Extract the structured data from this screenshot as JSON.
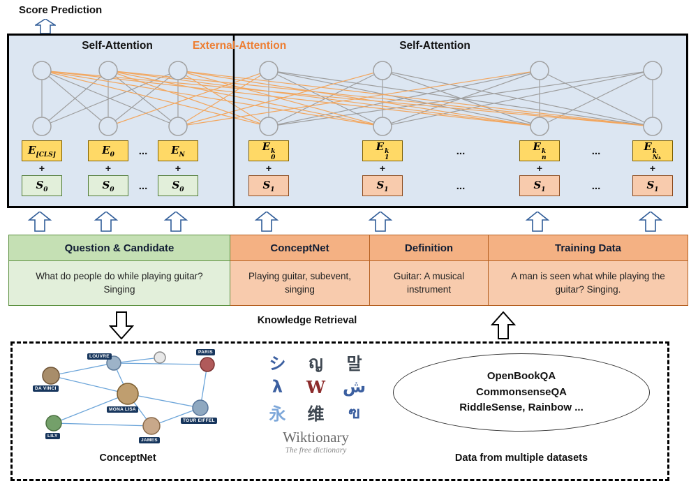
{
  "colors": {
    "external_attention": "#ED7D31",
    "embedding_fill": "#FFD966",
    "segment0_fill": "#E2EFDA",
    "segment1_fill": "#F8CBAD",
    "box_background": "#DCE6F2",
    "green_header": "#C5E0B4",
    "orange_header": "#F4B183"
  },
  "header": {
    "score_prediction": "Score Prediction"
  },
  "attention": {
    "self_left": "Self-Attention",
    "external": "External-Attention",
    "self_right": "Self-Attention"
  },
  "tokens": {
    "plus": "+",
    "ellipsis": "...",
    "left": [
      {
        "e_base": "E",
        "e_sub": "[CLS]",
        "s_base": "S",
        "s_sub": "0"
      },
      {
        "e_base": "E",
        "e_sub": "0",
        "s_base": "S",
        "s_sub": "0"
      },
      {
        "e_base": "E",
        "e_sub": "N",
        "s_base": "S",
        "s_sub": "0"
      }
    ],
    "right": [
      {
        "e_base": "E",
        "e_sup": "k",
        "e_sub": "0",
        "s_base": "S",
        "s_sub": "1"
      },
      {
        "e_base": "E",
        "e_sup": "k",
        "e_sub": "1",
        "s_base": "S",
        "s_sub": "1"
      },
      {
        "e_base": "E",
        "e_sup": "k",
        "e_sub": "n",
        "s_base": "S",
        "s_sub": "1"
      },
      {
        "e_base": "E",
        "e_sup": "k",
        "e_sub": "Nₖ",
        "s_base": "S",
        "s_sub": "1"
      }
    ]
  },
  "table": {
    "columns": [
      {
        "header": "Question & Candidate",
        "text": "What do people do while playing guitar? Singing"
      },
      {
        "header": "ConceptNet",
        "text": "Playing guitar, subevent, singing"
      },
      {
        "header": "Definition",
        "text": "Guitar: A musical instrument"
      },
      {
        "header": "Training Data",
        "text": "A man is seen what while playing the guitar? Singing."
      }
    ]
  },
  "middle": {
    "knowledge_retrieval": "Knowledge Retrieval"
  },
  "sources": {
    "conceptnet_label": "ConceptNet",
    "graph_nodes": [
      "DA VINCI",
      "MONA LISA",
      "LOUVRE",
      "PARIS",
      "TOUR EIFFEL",
      "LILY",
      "JAMES"
    ],
    "wiktionary": {
      "glyphs": [
        "シ",
        "ญ",
        "말",
        "λ",
        "W",
        "ش",
        "永",
        "维",
        "ฃ"
      ],
      "name": "Wiktionary",
      "tagline": "The free dictionary"
    },
    "datasets": {
      "lines": [
        "OpenBookQA",
        "CommonsenseQA",
        "RiddleSense, Rainbow ..."
      ],
      "label": "Data from multiple datasets"
    }
  }
}
